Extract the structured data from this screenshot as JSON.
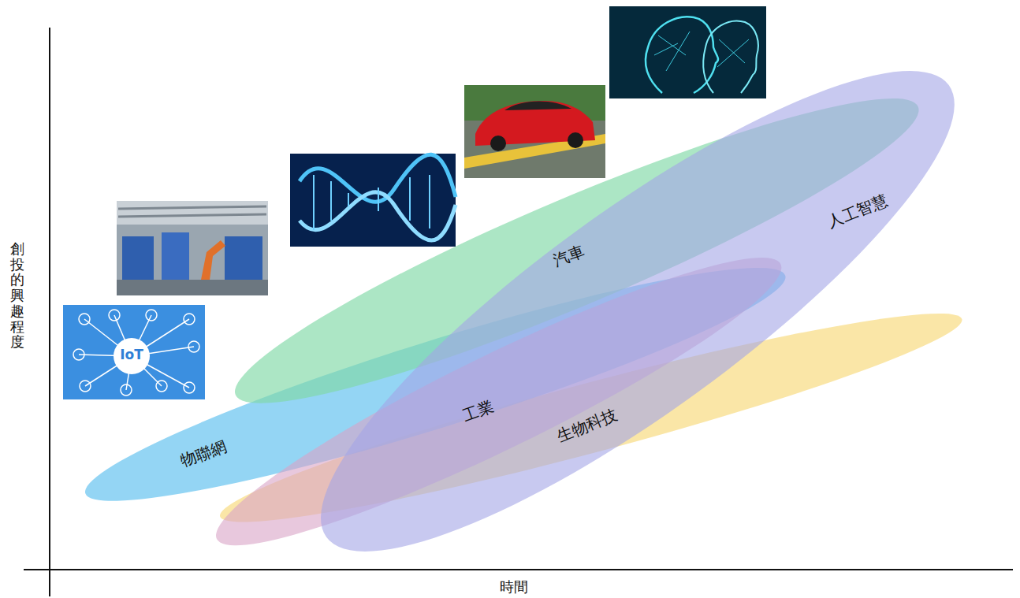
{
  "diagram": {
    "nodes": [
      {
        "text": [
          "汽車"
        ]
      },
      {
        "text": [
          "人工智慧"
        ]
      },
      {
        "text": [
          "工業"
        ]
      },
      {
        "text": [
          "生物科技"
        ]
      },
      {
        "text": [
          "物聯網"
        ]
      }
    ],
    "labels": [
      "創投的興趣程度",
      "時間",
      "IoT"
    ]
  }
}
